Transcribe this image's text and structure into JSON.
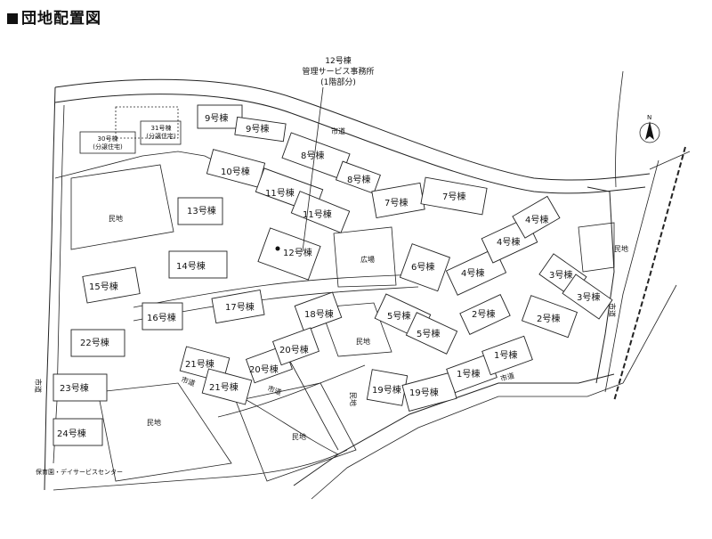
{
  "title": "団地配置図",
  "annotation": {
    "line1": "12号棟",
    "line2": "管理サービス事務所",
    "line3": "(1階部分)"
  },
  "buildings": [
    {
      "label": "1号棟"
    },
    {
      "label": "1号棟"
    },
    {
      "label": "2号棟"
    },
    {
      "label": "2号棟"
    },
    {
      "label": "3号棟"
    },
    {
      "label": "3号棟"
    },
    {
      "label": "4号棟"
    },
    {
      "label": "4号棟"
    },
    {
      "label": "4号棟"
    },
    {
      "label": "5号棟"
    },
    {
      "label": "5号棟"
    },
    {
      "label": "6号棟"
    },
    {
      "label": "7号棟"
    },
    {
      "label": "7号棟"
    },
    {
      "label": "8号棟"
    },
    {
      "label": "8号棟"
    },
    {
      "label": "9号棟"
    },
    {
      "label": "9号棟"
    },
    {
      "label": "10号棟"
    },
    {
      "label": "11号棟"
    },
    {
      "label": "11号棟"
    },
    {
      "label": "12号棟"
    },
    {
      "label": "13号棟"
    },
    {
      "label": "14号棟"
    },
    {
      "label": "15号棟"
    },
    {
      "label": "16号棟"
    },
    {
      "label": "17号棟"
    },
    {
      "label": "18号棟"
    },
    {
      "label": "19号棟"
    },
    {
      "label": "19号棟"
    },
    {
      "label": "20号棟"
    },
    {
      "label": "20号棟"
    },
    {
      "label": "21号棟"
    },
    {
      "label": "21号棟"
    },
    {
      "label": "22号棟"
    },
    {
      "label": "23号棟"
    },
    {
      "label": "24号棟"
    }
  ],
  "detached": [
    {
      "line1": "30号棟",
      "line2": "(分譲住宅)"
    },
    {
      "line1": "31号棟",
      "line2": "(分譲住宅)"
    }
  ],
  "places": {
    "plaza": "広場",
    "private_land": "民地",
    "city_road": "市道",
    "nursery": "保育園・デイサービスセンター",
    "compass": "N"
  }
}
